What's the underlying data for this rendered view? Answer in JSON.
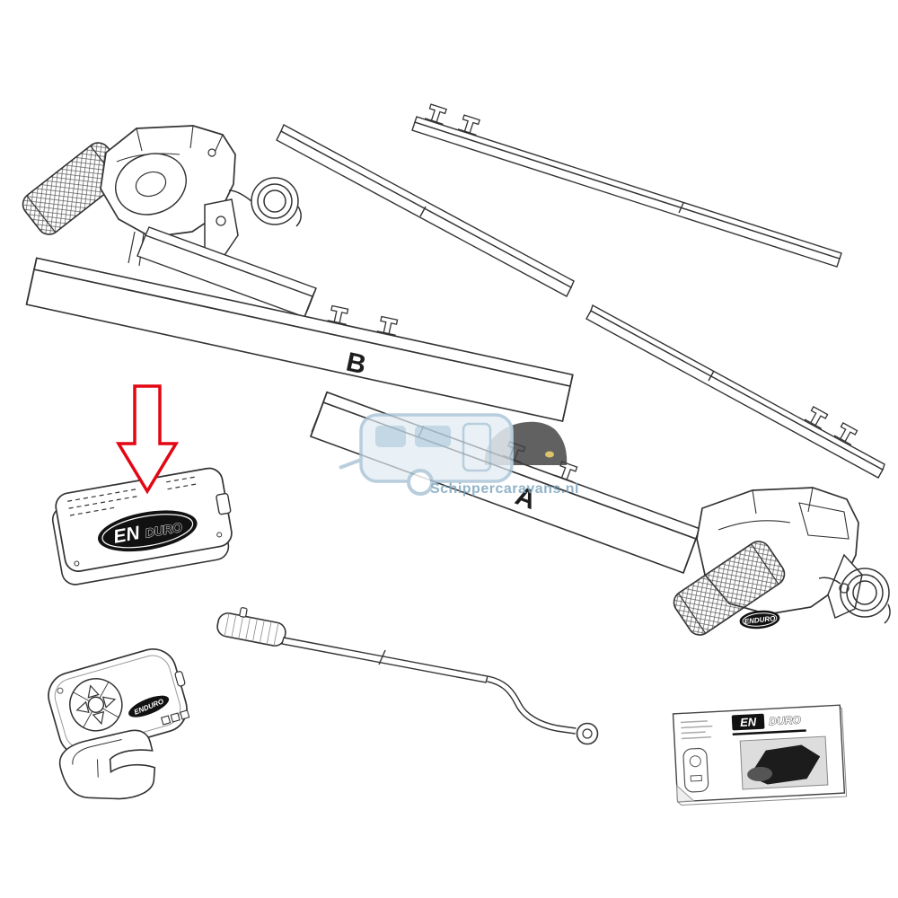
{
  "diagram": {
    "background_color": "#ffffff",
    "line_color": "#333333",
    "arrow_color": "#e30613",
    "labels": {
      "beam_b": "B",
      "beam_a": "A"
    },
    "brand": {
      "en": "EN",
      "duro": "DURO",
      "full": "ENDURO"
    },
    "watermark": {
      "text": "Schippercaravans.nl",
      "text_color": "#7ba3bd",
      "caravan_fill": "#dfeaf2",
      "caravan_stroke": "#a9c4d6",
      "car_color": "#3f3f3f"
    }
  }
}
